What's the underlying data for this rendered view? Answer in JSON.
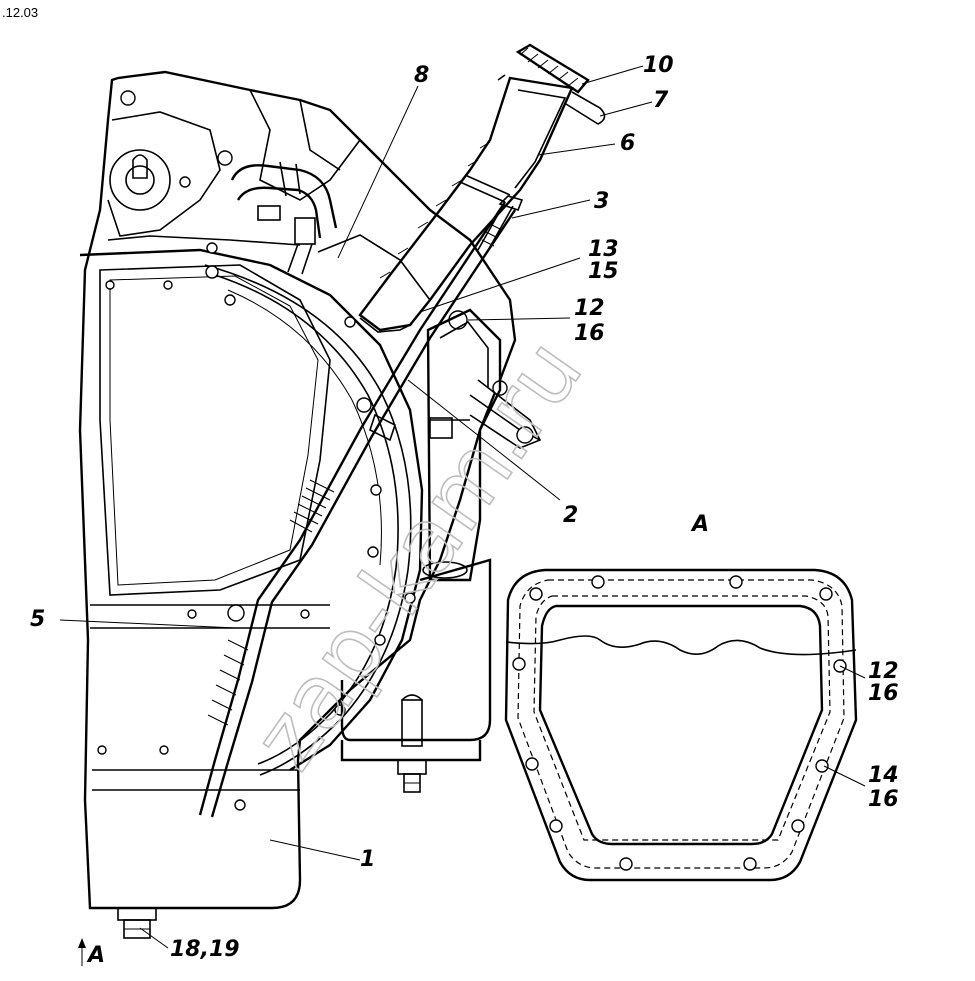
{
  "page": {
    "sheet_ref": ".12.03",
    "watermark": "zap-kam.ru"
  },
  "callouts": [
    {
      "id": "c10",
      "text": "10"
    },
    {
      "id": "c7",
      "text": "7"
    },
    {
      "id": "c6",
      "text": "6"
    },
    {
      "id": "c8",
      "text": "8"
    },
    {
      "id": "c3",
      "text": "3"
    },
    {
      "id": "c13",
      "text": "13"
    },
    {
      "id": "c15",
      "text": "15"
    },
    {
      "id": "c12a",
      "text": "12"
    },
    {
      "id": "c16a",
      "text": "16"
    },
    {
      "id": "c2",
      "text": "2"
    },
    {
      "id": "c5",
      "text": "5"
    },
    {
      "id": "c1",
      "text": "1"
    },
    {
      "id": "c1819",
      "text": "18,19"
    },
    {
      "id": "c12b",
      "text": "12"
    },
    {
      "id": "c16b",
      "text": "16"
    },
    {
      "id": "c14",
      "text": "14"
    },
    {
      "id": "c16c",
      "text": "16"
    }
  ],
  "views": {
    "view_a_title": "A",
    "arrow_a_label": "A"
  },
  "colors": {
    "line": "#000000",
    "watermark": "#bdbdbd",
    "background": "#ffffff"
  }
}
